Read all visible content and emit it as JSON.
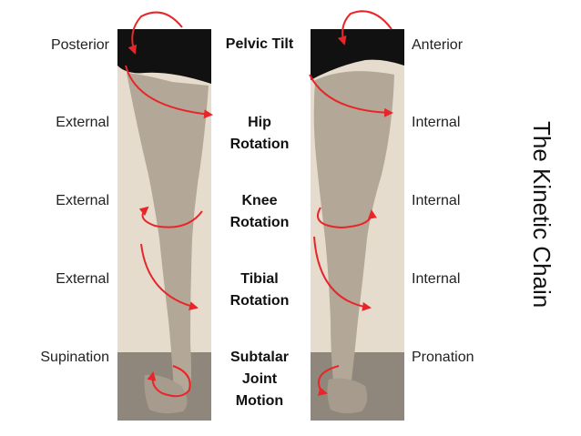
{
  "side_title": "The Kinetic Chain",
  "left_labels": [
    "Posterior",
    "External",
    "External",
    "External",
    "Supination"
  ],
  "right_labels": [
    "Anterior",
    "Internal",
    "Internal",
    "Internal",
    "Pronation"
  ],
  "center_labels": [
    [
      "Pelvic Tilt"
    ],
    [
      "Hip",
      "Rotation"
    ],
    [
      "Knee",
      "Rotation"
    ],
    [
      "Tibial",
      "Rotation"
    ],
    [
      "Subtalar",
      "Joint",
      "Motion"
    ]
  ],
  "colors": {
    "arrow": "#e8262a",
    "photo_bg": "#e6dccd",
    "skin": "#b6aa9c",
    "garment": "#111111"
  }
}
